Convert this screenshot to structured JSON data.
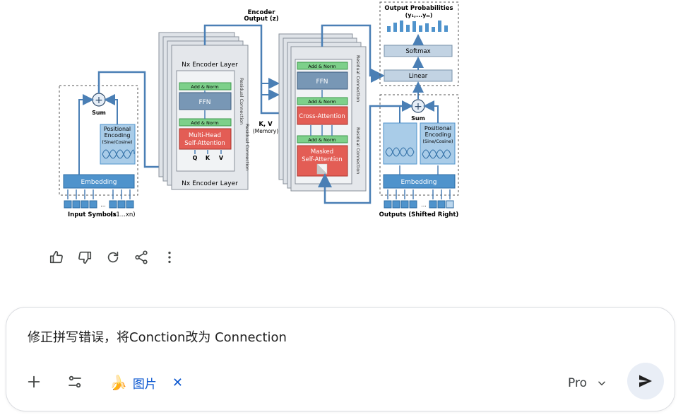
{
  "diagram": {
    "encoder_output": [
      "Encoder",
      "Output (z)"
    ],
    "output_probabilities": "Output Probabilities",
    "output_probabilities_sub": "(y₁,...yₘ)",
    "softmax": "Softmax",
    "linear": "Linear",
    "nx_encoder_top": "Nx Encoder Layer",
    "nx_encoder_bottom": "Nx Encoder Layer",
    "add_norm": "Add & Norm",
    "ffn": "FFN",
    "multi_head": [
      "Multi-Head",
      "Self-Attention"
    ],
    "qkv": [
      "Q",
      "K",
      "V"
    ],
    "residual_connection": "Residual Connection",
    "cross_attention": "Cross-Attention",
    "masked_attention": [
      "Masked",
      "Self-Attention"
    ],
    "kv": "K, V",
    "memory": "(Memory)",
    "sum": "Sum",
    "positional_encoding": [
      "Positional",
      "Encoding",
      "(Sine/Cosine)"
    ],
    "embedding": "Embedding",
    "input_symbols": "Input Symbols",
    "input_symbols_sub": "(x1...xn)",
    "outputs_shifted": "Outputs (Shifted Right)",
    "ellipsis": "..."
  },
  "actions": [
    "thumbs-up-icon",
    "thumbs-down-icon",
    "refresh-icon",
    "share-icon",
    "more-vert-icon"
  ],
  "composer": {
    "prompt": "修正拼写错误，将Conction改为 Connection",
    "chip_label": "图片",
    "chip_emoji": "🍌",
    "chip_close": "✕",
    "mode": "Pro"
  },
  "colors": {
    "accent_blue": "#4a7fb5",
    "box_blue": "#4f93cc",
    "box_red": "#e35d55",
    "box_green": "#7dd08a",
    "chip_blue": "#0b57d0"
  }
}
